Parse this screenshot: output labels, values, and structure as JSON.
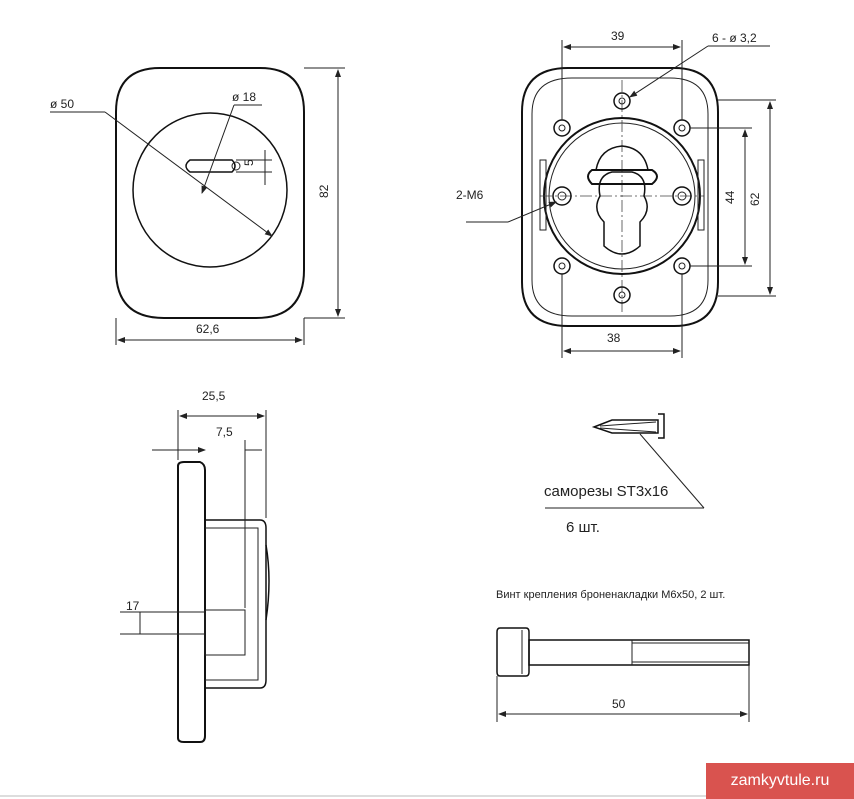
{
  "front_view": {
    "dia_outer": "ø 50",
    "dia_inner": "ø 18",
    "slot_width": "5",
    "height": "82",
    "width": "62,6"
  },
  "back_view": {
    "hole_spacing_top": "39",
    "holes": "6 - ø 3,2",
    "thread": "2-M6",
    "height_inner": "44",
    "height_outer": "62",
    "hole_spacing_bottom": "38"
  },
  "side_view": {
    "depth_total": "25,5",
    "depth_plate": "7,5",
    "offset": "17"
  },
  "screw": {
    "label": "саморезы ST3x16",
    "qty": "6 шт."
  },
  "bolt": {
    "title": "Винт крепления броненакладки M6x50, 2 шт.",
    "length": "50"
  },
  "watermark": "zamkyvtule.ru"
}
